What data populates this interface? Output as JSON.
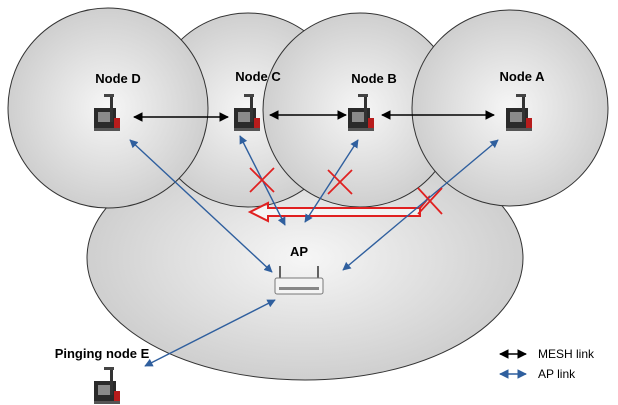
{
  "nodes": {
    "node_d": {
      "label": "Node D"
    },
    "node_c": {
      "label": "Node C"
    },
    "node_b": {
      "label": "Node B"
    },
    "node_a": {
      "label": "Node A"
    },
    "ap": {
      "label": "AP"
    },
    "pinging_node_e": {
      "label": "Pinging node E"
    }
  },
  "legend": {
    "mesh_link": "MESH link",
    "ap_link": "AP link"
  },
  "colors": {
    "mesh_link": "#000000",
    "ap_link": "#2f5f9e",
    "blocked": "#e02020",
    "circle_fill": "#d8d8d8",
    "circle_stroke": "#333333"
  }
}
